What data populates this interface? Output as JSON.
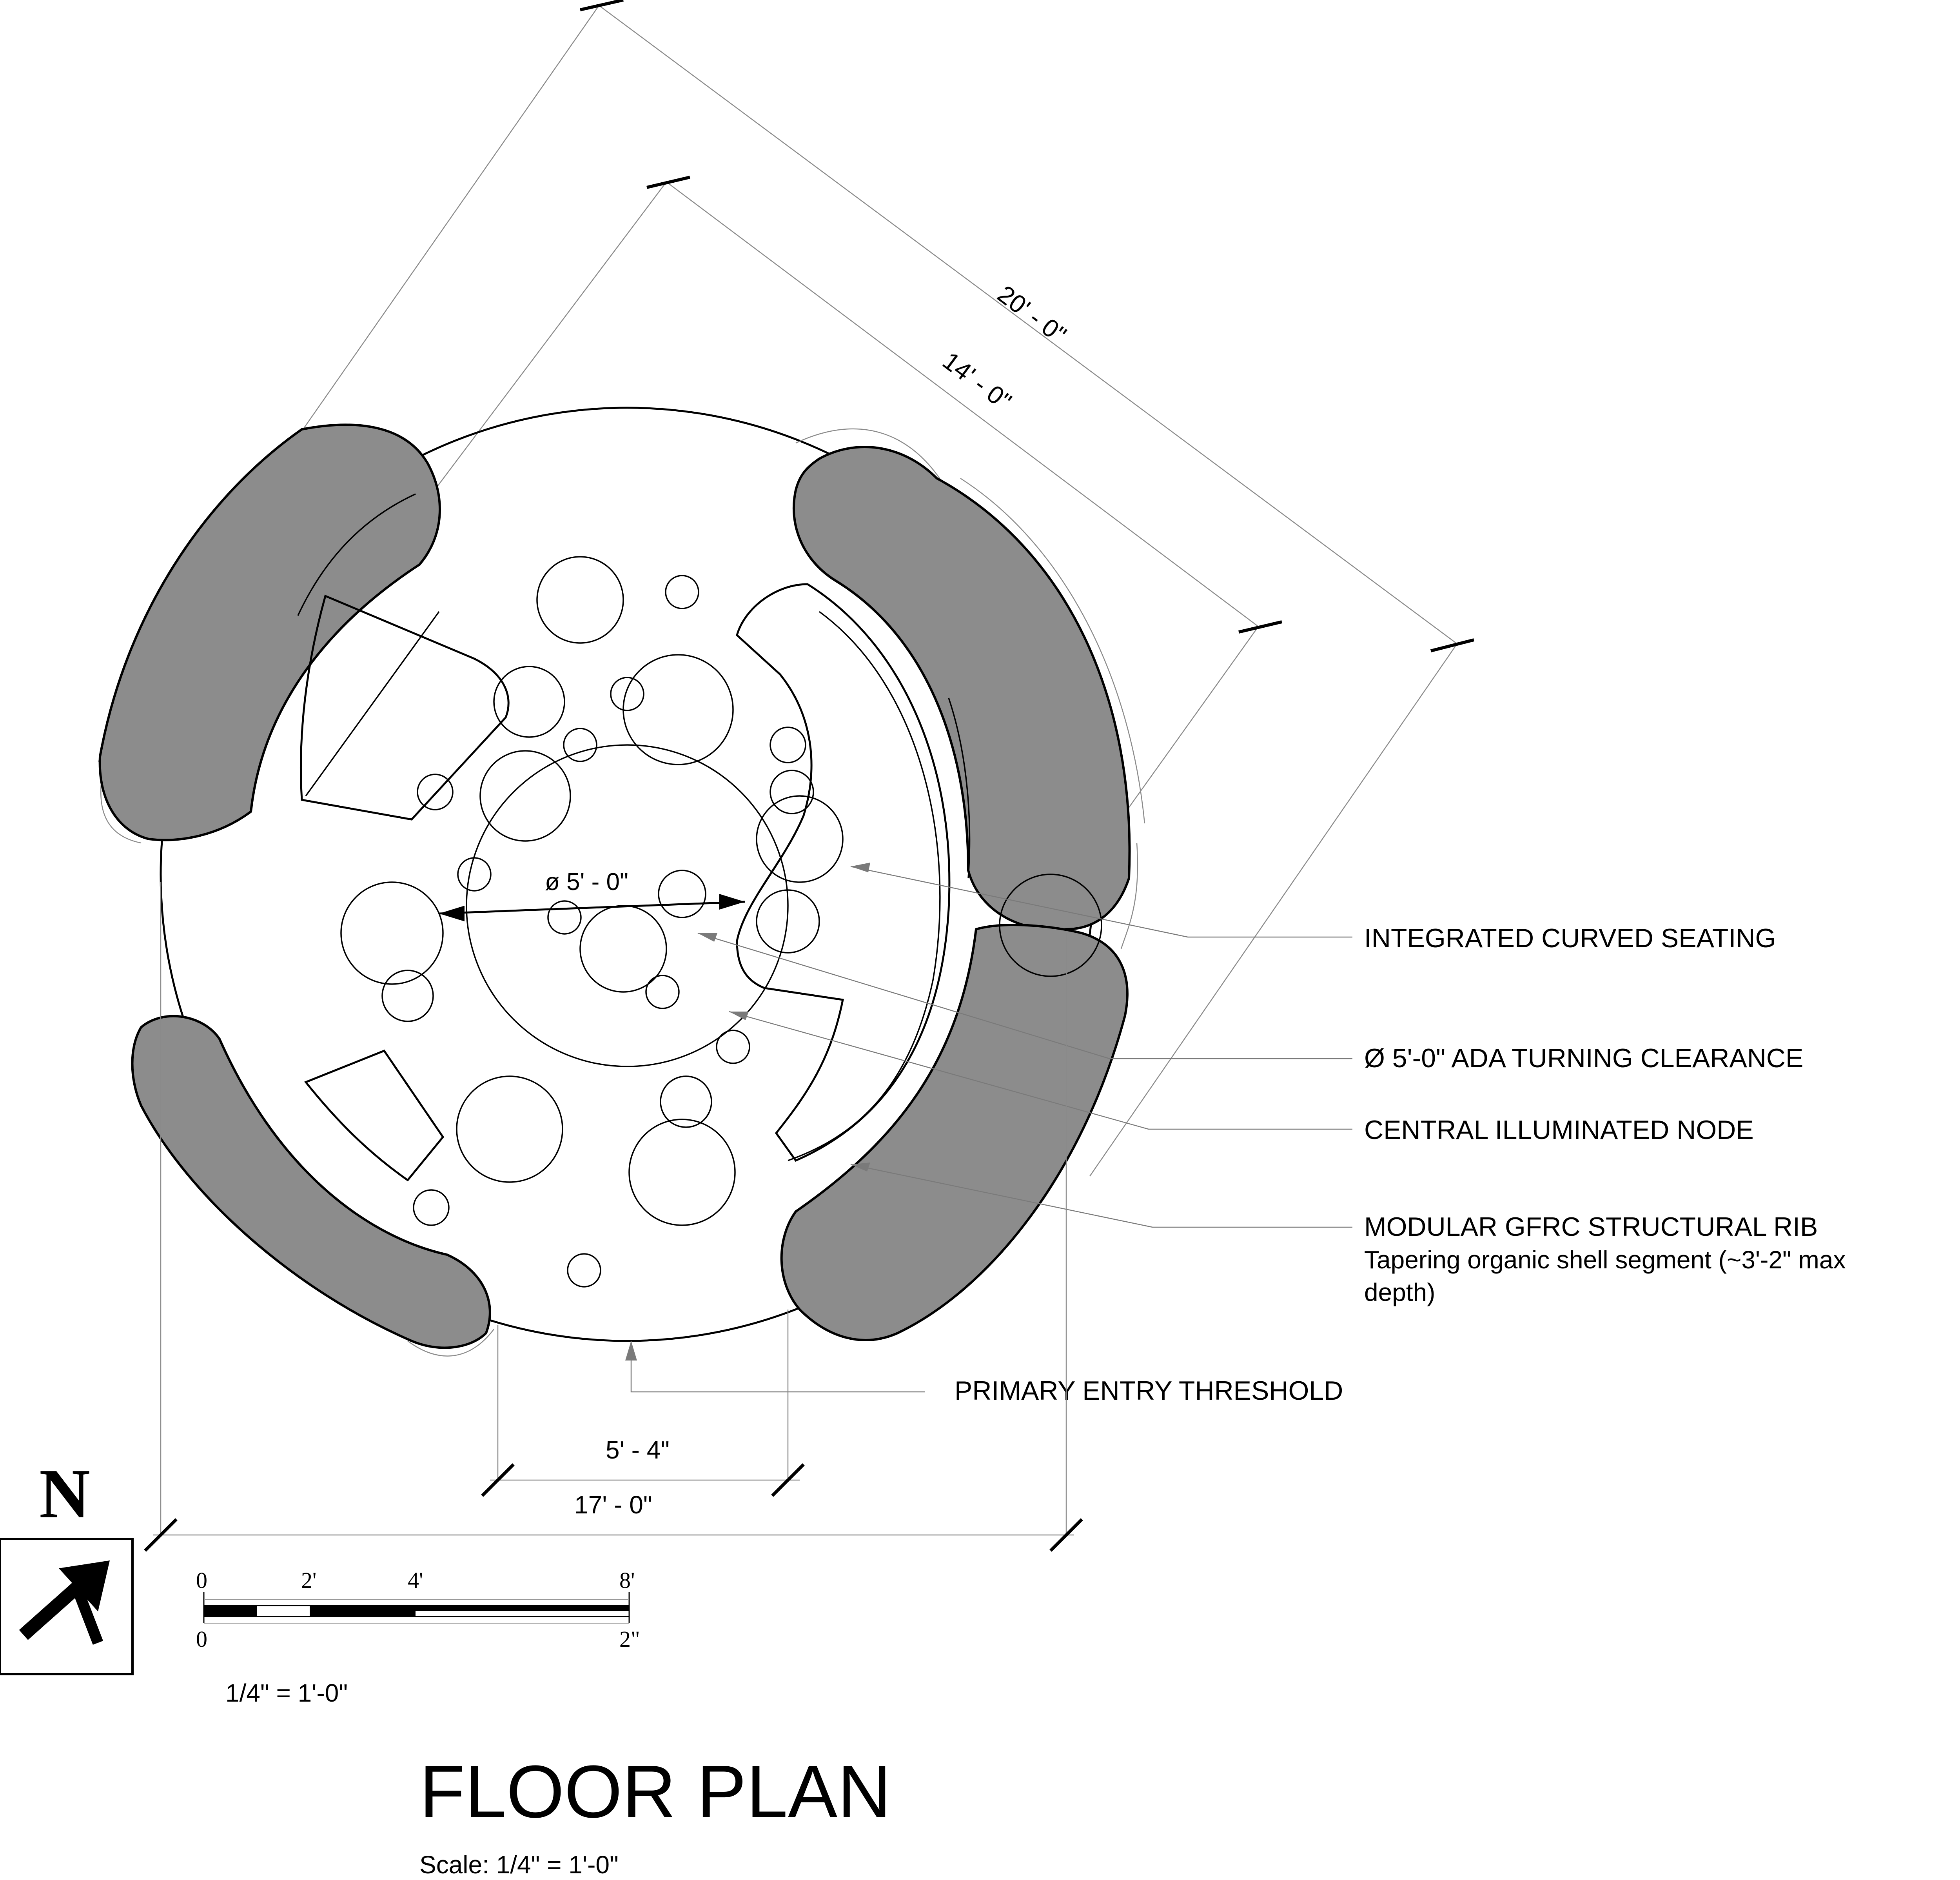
{
  "title": "FLOOR PLAN",
  "scale_note": "Scale: 1/4\" = 1'-0\"",
  "north": {
    "letter": "N",
    "icon": "north-arrow-icon"
  },
  "graphic_scale": {
    "top_labels": [
      "0",
      "2'",
      "4'",
      "8'"
    ],
    "bottom_labels": [
      "0",
      "2\""
    ],
    "ratio_label": "1/4\" = 1'-0\""
  },
  "dimensions": {
    "outer_diagonal": "20' - 0\"",
    "inner_diagonal": "14' - 0\"",
    "turning_diameter": "ø 5' - 0\"",
    "entry_width": "5' - 4\"",
    "overall_width": "17' - 0\""
  },
  "callouts": {
    "seating": "INTEGRATED CURVED SEATING",
    "ada": "Ø 5'-0\" ADA TURNING CLEARANCE",
    "node": "CENTRAL ILLUMINATED NODE",
    "rib_title": "MODULAR GFRC STRUCTURAL RIB",
    "rib_desc_1": "Tapering organic shell segment (~3'-2\" max",
    "rib_desc_2": "depth)",
    "entry": "PRIMARY ENTRY THRESHOLD"
  },
  "colors": {
    "line": "#000000",
    "shell_fill": "#8c8c8c",
    "dim_line": "#8a8a8a"
  }
}
